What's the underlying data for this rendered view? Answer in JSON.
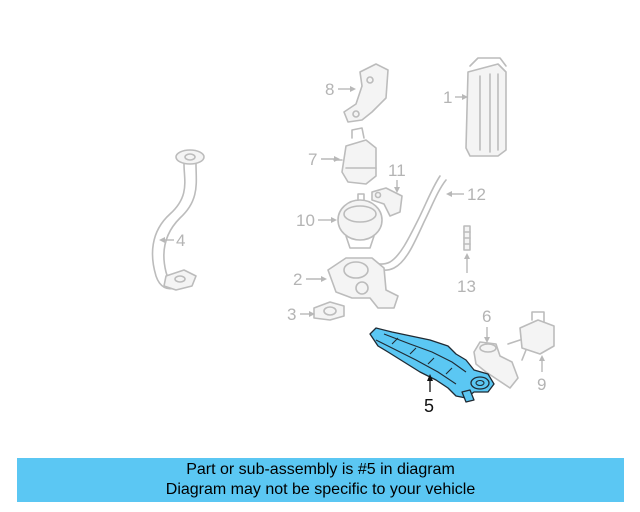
{
  "callouts": {
    "c1": "1",
    "c2": "2",
    "c3": "3",
    "c4": "4",
    "c5": "5",
    "c6": "6",
    "c7": "7",
    "c8": "8",
    "c9": "9",
    "c10": "10",
    "c11": "11",
    "c12": "12",
    "c13": "13"
  },
  "banner": {
    "line1": "Part or sub-assembly is #5 in diagram",
    "line2": "Diagram may not be specific to your vehicle"
  },
  "colors": {
    "highlight": "#5bc7f3",
    "banner": "#5bc7f3",
    "ghost": "#bcbcbc"
  }
}
